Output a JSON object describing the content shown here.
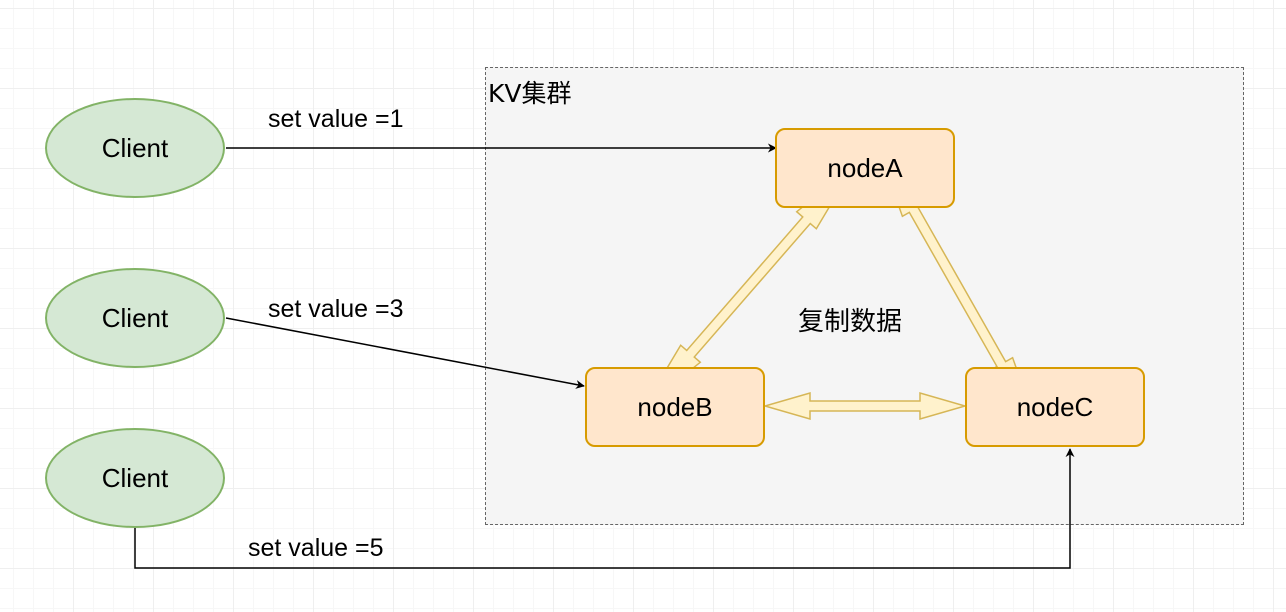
{
  "cluster": {
    "label": "KV集群"
  },
  "clients": [
    {
      "label": "Client"
    },
    {
      "label": "Client"
    },
    {
      "label": "Client"
    }
  ],
  "nodes": {
    "a": {
      "label": "nodeA"
    },
    "b": {
      "label": "nodeB"
    },
    "c": {
      "label": "nodeC"
    }
  },
  "edges": [
    {
      "label": "set value =1"
    },
    {
      "label": "set value =3"
    },
    {
      "label": "set value =5"
    }
  ],
  "replication": {
    "label": "复制数据"
  },
  "colors": {
    "client_fill": "#d5e8d4",
    "client_stroke": "#82b366",
    "node_fill": "#ffe6cc",
    "node_stroke": "#d79b00",
    "replication_fill": "#fff2cc",
    "replication_stroke": "#d6b656"
  }
}
